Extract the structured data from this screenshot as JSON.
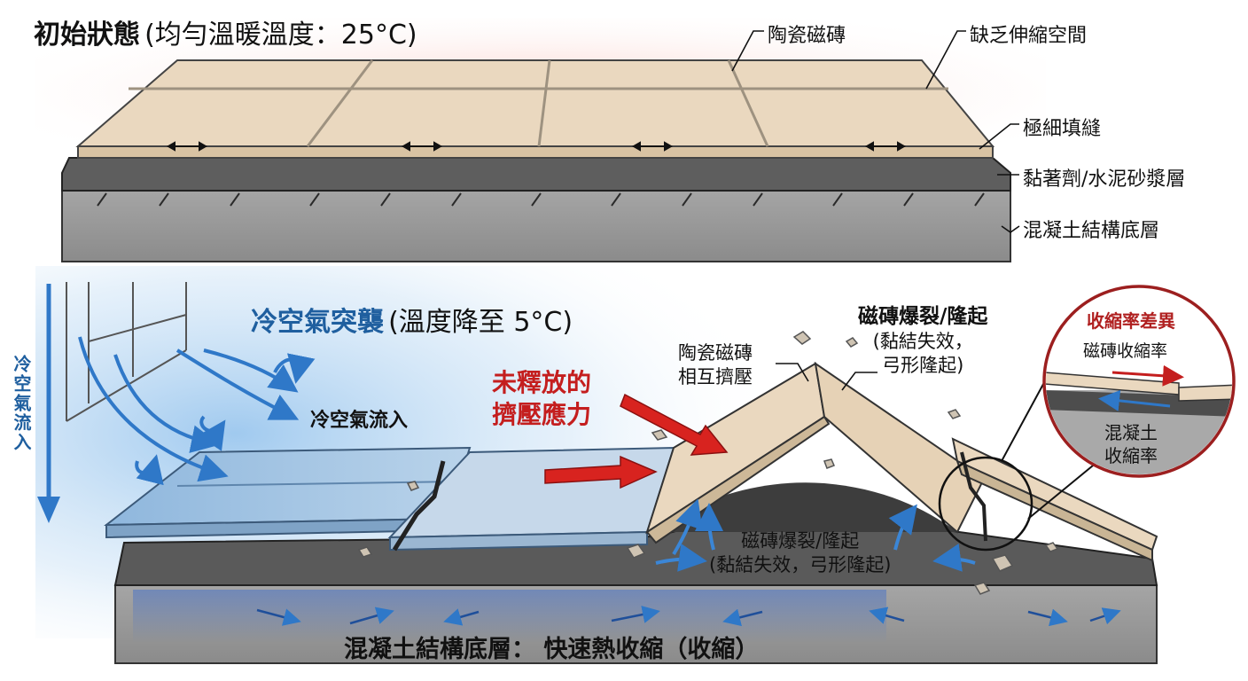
{
  "top": {
    "title_bold": "初始狀態",
    "title_rest": "(均勻溫暖溫度：25°C)",
    "callouts": {
      "tile": "陶瓷磁磚",
      "no_expansion": "缺乏伸縮空間",
      "thin_grout": "極細填縫",
      "adhesive": "黏著劑/水泥砂漿層",
      "concrete": "混凝土結構底層"
    }
  },
  "bottom": {
    "cold_title": "冷空氣突襲",
    "cold_temp": "(溫度降至 5°C)",
    "cold_inflow": "冷空氣流入",
    "vertical_inflow": "冷空氣流入",
    "stress_line1": "未釋放的",
    "stress_line2": "擠壓應力",
    "squeeze_line1": "陶瓷磁磚",
    "squeeze_line2": "相互擠壓",
    "burst_title": "磁磚爆裂/隆起",
    "burst_detail_line1": "(黏結失效，",
    "burst_detail_line2": "弓形隆起)",
    "under_line1": "磁磚爆裂/隆起",
    "under_line2": "(黏結失效，弓形隆起)",
    "concrete_label": "混凝土結構底層： 快速熱收縮（收縮）"
  },
  "inset": {
    "title": "收縮率差異",
    "tile_rate": "磁磚收縮率",
    "concrete_line1": "混凝土",
    "concrete_line2": "收縮率"
  },
  "colors": {
    "tile": "#ead8bf",
    "tile_edge": "#c9b595",
    "adhesive": "#5e5e5e",
    "concrete": "#9a9a9a",
    "cold_blue": "#3b86d6",
    "stress_red": "#d8231f",
    "warm_glow": "#f6b7ae"
  }
}
